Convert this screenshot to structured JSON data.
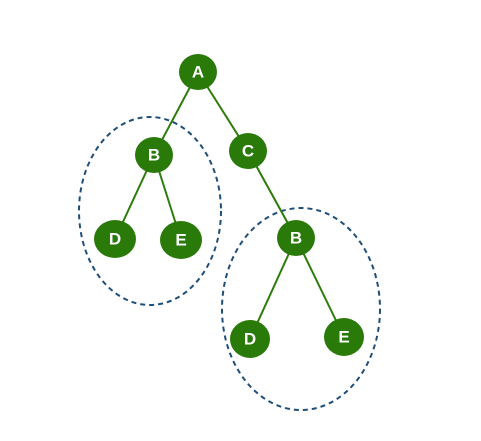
{
  "tree": {
    "nodes": [
      {
        "id": "n1",
        "label": "A"
      },
      {
        "id": "n2",
        "label": "B"
      },
      {
        "id": "n3",
        "label": "C"
      },
      {
        "id": "n4",
        "label": "D"
      },
      {
        "id": "n5",
        "label": "E"
      },
      {
        "id": "n6",
        "label": "B"
      },
      {
        "id": "n7",
        "label": "D"
      },
      {
        "id": "n8",
        "label": "E"
      }
    ],
    "edges": [
      {
        "from": "n1",
        "to": "n2"
      },
      {
        "from": "n1",
        "to": "n3"
      },
      {
        "from": "n2",
        "to": "n4"
      },
      {
        "from": "n2",
        "to": "n5"
      },
      {
        "from": "n3",
        "to": "n6"
      },
      {
        "from": "n6",
        "to": "n7"
      },
      {
        "from": "n6",
        "to": "n8"
      }
    ],
    "highlighted_subtrees": [
      {
        "root": "n2",
        "members": [
          "n2",
          "n4",
          "n5"
        ]
      },
      {
        "root": "n6",
        "members": [
          "n6",
          "n7",
          "n8"
        ]
      }
    ],
    "colors": {
      "node_fill": "#2a7a0a",
      "node_text": "#ffffff",
      "edge": "#2e7d0c",
      "group_outline": "#1f4e79"
    }
  }
}
